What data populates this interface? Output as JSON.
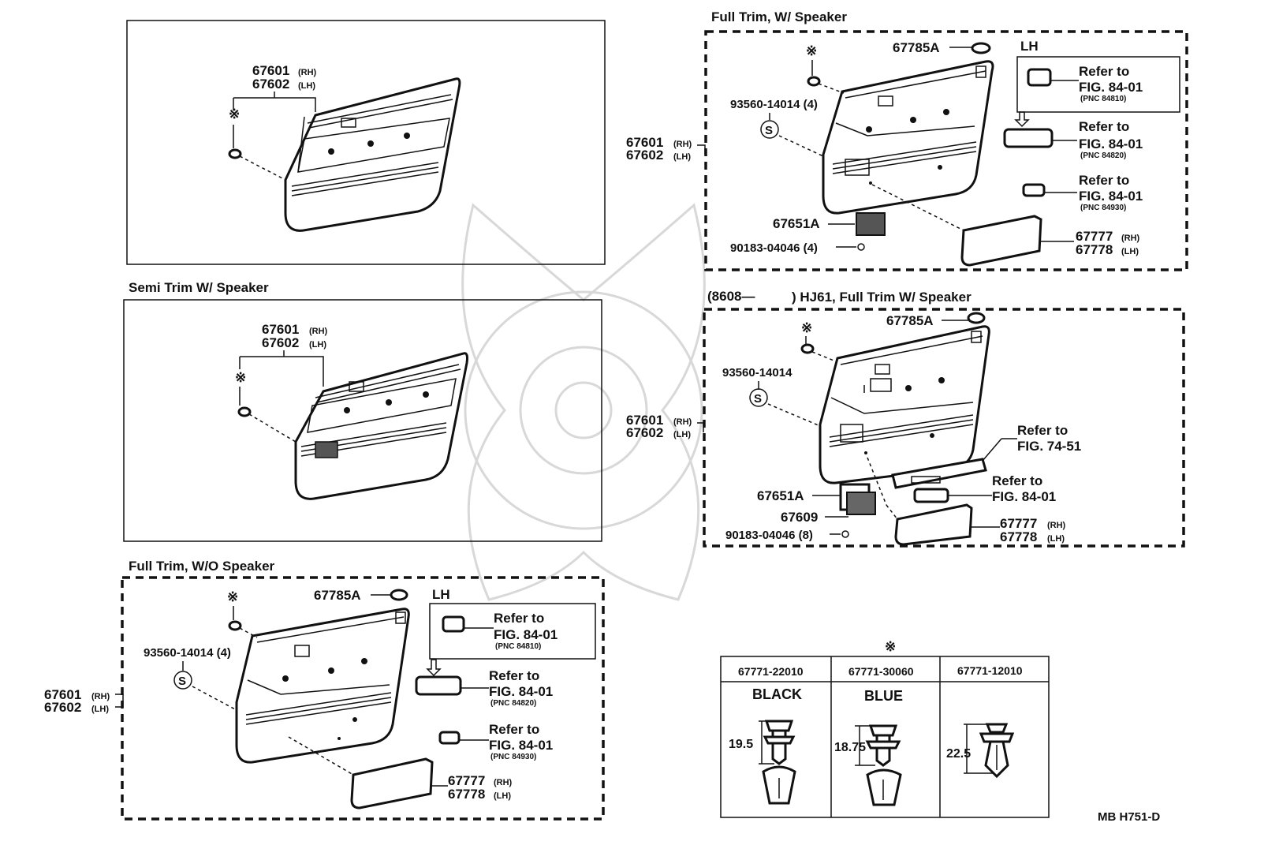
{
  "headers": {
    "semi": "Semi Trim W/ Speaker",
    "full_wspk": "Full Trim, W/ Speaker",
    "hj61_a": "(8608—",
    "hj61_b": ") HJ61, Full Trim W/ Speaker",
    "full_wo": "Full Trim, W/O Speaker"
  },
  "parts": {
    "p67601": "67601",
    "p67602": "67602",
    "rh": "(RH)",
    "lh": "(LH)",
    "p67785a": "67785A",
    "p67651a": "67651A",
    "p67609": "67609",
    "p67777": "67777",
    "p67778": "67778",
    "s93560_4": "93560-14014 (4)",
    "s93560": "93560-14014",
    "s90183_4": "90183-04046 (4)",
    "s90183_8": "90183-04046 (8)",
    "lh_label": "LH",
    "s_symbol": "S",
    "clip_mark": "※"
  },
  "refs": {
    "refer_to": "Refer to",
    "fig8401": "FIG. 84-01",
    "fig7451": "FIG. 74-51",
    "pnc84810": "(PNC 84810)",
    "pnc84820": "(PNC 84820)",
    "pnc84930": "(PNC 84930)"
  },
  "clip_table": {
    "mark": "※",
    "columns": [
      {
        "part": "67771-22010",
        "color": "BLACK",
        "dim": "19.5"
      },
      {
        "part": "67771-30060",
        "color": "BLUE",
        "dim": "18.75"
      },
      {
        "part": "67771-12010",
        "color": "",
        "dim": "22.5"
      }
    ]
  },
  "footer": "MB  H751-D"
}
